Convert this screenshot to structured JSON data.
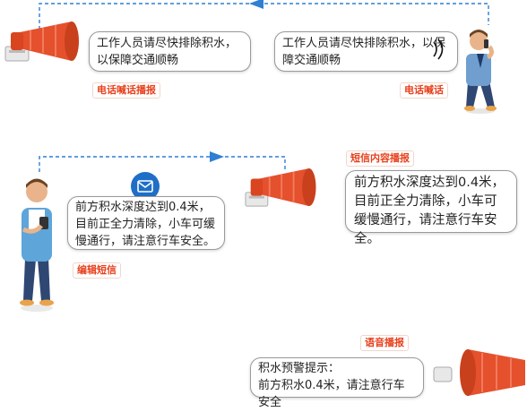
{
  "section_phone": {
    "horn_message": "工作人员请尽快排除积水，以保障交通顺畅",
    "horn_tag": "电话喊话播报",
    "caller_message": "工作人员请尽快排除积水，以保障交通顺畅",
    "caller_tag": "电话喊话"
  },
  "section_sms": {
    "user_message": "前方积水深度达到0.4米，目前正全力清除，小车可缓慢通行，请注意行车安全。",
    "user_tag": "编辑短信",
    "horn_message": "前方积水深度达到0.4米，目前正全力清除，小车可缓慢通行，请注意行车安全。",
    "horn_tag": "短信内容播报"
  },
  "section_voice": {
    "tag": "语音播报",
    "message_title": "积水预警提示：",
    "message_body": "前方积水0.4米，请注意行车安全"
  },
  "colors": {
    "horn_red": "#e5502d",
    "tag_red": "#e8401c",
    "flow_blue": "#2f7fd3",
    "mail_blue": "#1f6fc6"
  },
  "icons": [
    "megaphone-icon",
    "person-phone-icon",
    "sound-wave-icon",
    "mail-icon",
    "arrow-left-icon",
    "arrow-right-icon"
  ]
}
